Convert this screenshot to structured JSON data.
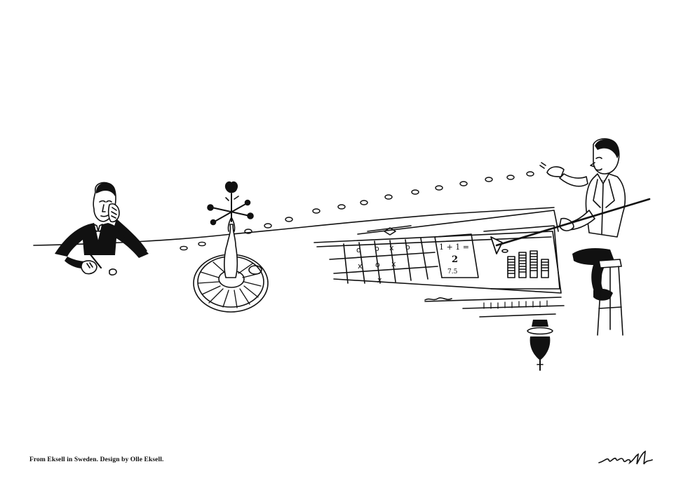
{
  "caption": "From Eksell in Sweden. Design by Olle Eksell.",
  "signature": "eksell",
  "table_marks": {
    "grid": [
      [
        "o",
        "o",
        "x",
        "o"
      ],
      [
        "x",
        "o",
        "x",
        ""
      ],
      [
        "",
        "x",
        "",
        ""
      ]
    ],
    "calc": [
      "1 + 1 =",
      "2",
      "7.5"
    ]
  },
  "colors": {
    "ink": "#111111",
    "paper": "#ffffff"
  }
}
